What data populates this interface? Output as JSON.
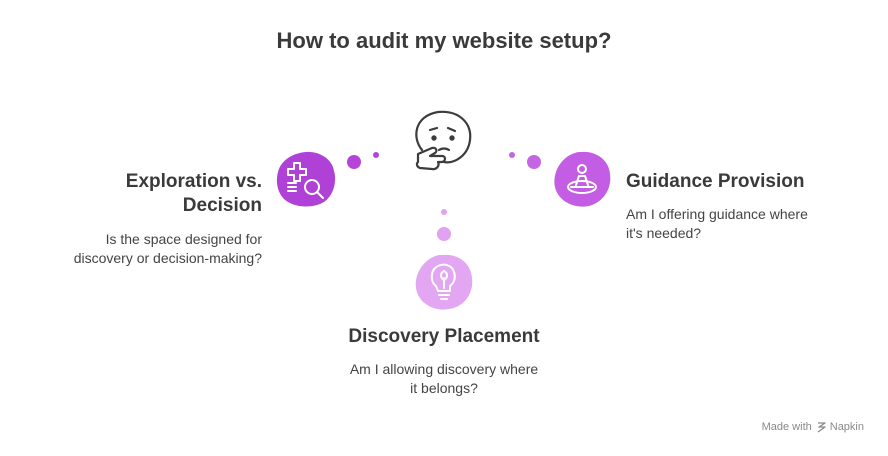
{
  "title": "How to audit my website setup?",
  "center_icon": "thinking-face-icon",
  "nodes": [
    {
      "heading_line1": "Exploration vs.",
      "heading_line2": "Decision",
      "desc_line1": "Is the space designed for",
      "desc_line2": "discovery or decision-making?",
      "icon": "puzzle-search-icon",
      "color": "#b041d6"
    },
    {
      "heading": "Guidance Provision",
      "desc_line1": "Am I offering guidance where",
      "desc_line2": "it's needed?",
      "icon": "person-compass-icon",
      "color": "#c35de3"
    },
    {
      "heading": "Discovery Placement",
      "desc_line1": "Am I allowing discovery where",
      "desc_line2": "it belongs?",
      "icon": "lightbulb-leaf-icon",
      "color": "#e3a6f3"
    }
  ],
  "watermark": {
    "prefix": "Made with",
    "brand": "Napkin"
  }
}
